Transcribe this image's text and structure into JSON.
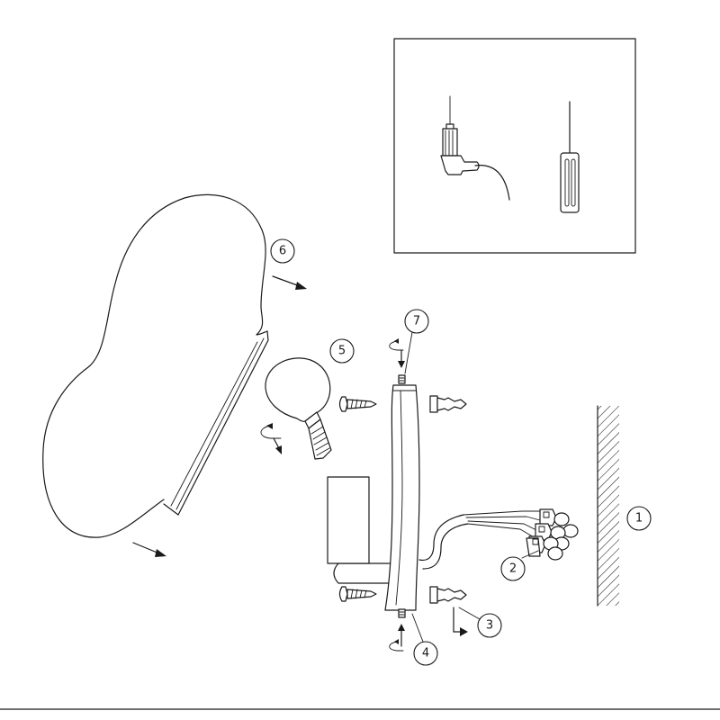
{
  "callouts": [
    {
      "id": "wall",
      "number": "1"
    },
    {
      "id": "terminal-block",
      "number": "2"
    },
    {
      "id": "wall-plugs",
      "number": "3"
    },
    {
      "id": "bracket",
      "number": "4"
    },
    {
      "id": "bulb",
      "number": "5"
    },
    {
      "id": "glass-shade",
      "number": "6"
    },
    {
      "id": "fixing-screw",
      "number": "7"
    }
  ],
  "tools": {
    "items": [
      "drill-icon",
      "screwdriver-icon"
    ]
  },
  "colors": {
    "line": "#1a1a1a",
    "background": "#ffffff"
  }
}
